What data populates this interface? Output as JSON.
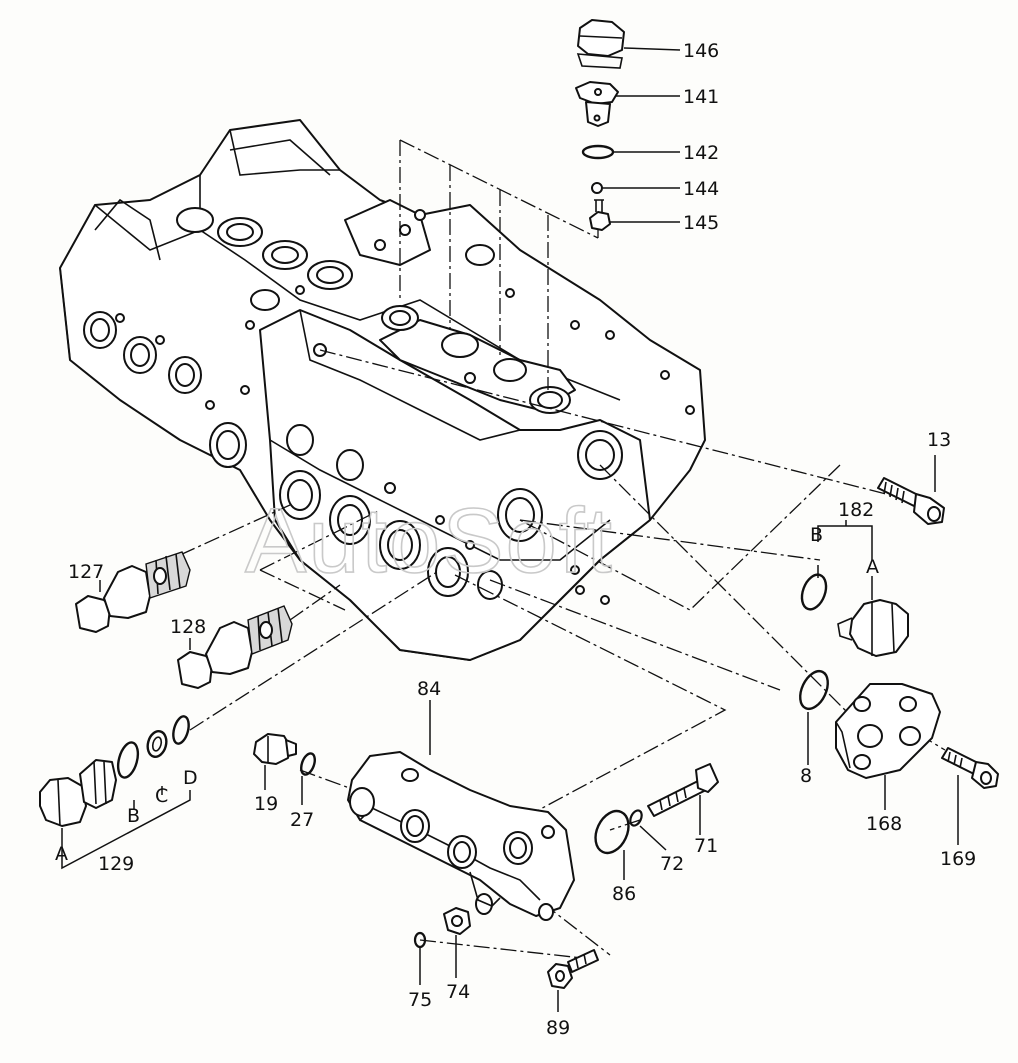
{
  "watermark": "AutoSoft",
  "callouts": {
    "p146": "146",
    "p141": "141",
    "p142": "142",
    "p144": "144",
    "p145": "145",
    "p13": "13",
    "p182": "182",
    "p182_b": "B",
    "p182_a": "A",
    "p127": "127",
    "p128": "128",
    "p84": "84",
    "p8": "8",
    "p168": "168",
    "p169": "169",
    "p19": "19",
    "p27": "27",
    "p71": "71",
    "p72": "72",
    "p86": "86",
    "p129": "129",
    "p129_a": "A",
    "p129_b": "B",
    "p129_c": "C",
    "p129_d": "D",
    "p75": "75",
    "p74": "74",
    "p89": "89"
  }
}
